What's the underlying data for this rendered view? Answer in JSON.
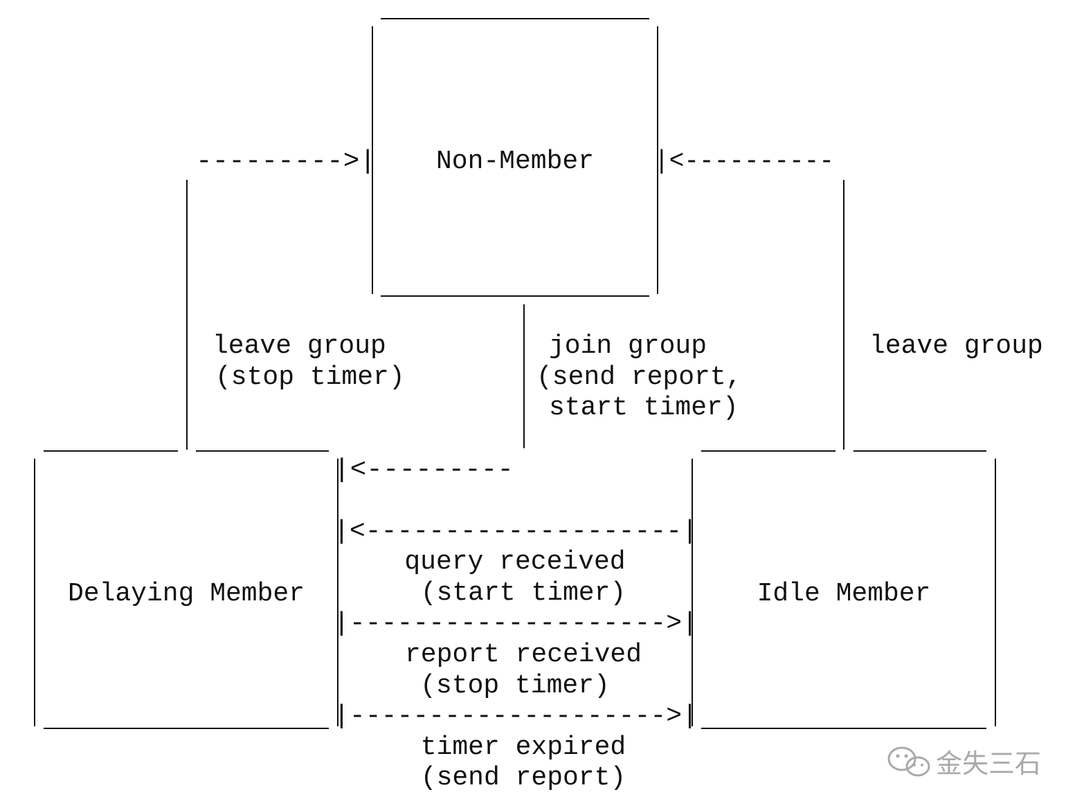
{
  "diagram": {
    "nodes": {
      "non_member": "Non-Member",
      "delaying_member": "Delaying Member",
      "idle_member": "Idle Member"
    },
    "edges": {
      "delaying_to_non": {
        "line1": "leave group",
        "line2": "(stop timer)"
      },
      "non_to_delaying": {
        "line1": "join group",
        "line2": "(send report,",
        "line3": "start timer)"
      },
      "idle_to_non": {
        "line1": "leave group"
      },
      "idle_to_delaying": {
        "line1": "query received",
        "line2": "(start timer)"
      },
      "delaying_to_idle_report": {
        "line1": "report received",
        "line2": "(stop timer)"
      },
      "delaying_to_idle_timer": {
        "line1": "timer expired",
        "line2": "(send report)"
      }
    },
    "ascii": {
      "arrow_left_short": "|<---------",
      "arrow_right_short": "--------->|",
      "arrow_left_nonmember": "|<----------",
      "arrow_left_long": "|<--------------------|",
      "arrow_right_long": "|-------------------->|",
      "arrow_right_long_bottom": "|-------------------->|"
    },
    "colors": {
      "ink": "#111111",
      "watermark": "#aaaaaa"
    }
  },
  "watermark": {
    "text": "金失三石",
    "icon": "wechat-icon"
  }
}
